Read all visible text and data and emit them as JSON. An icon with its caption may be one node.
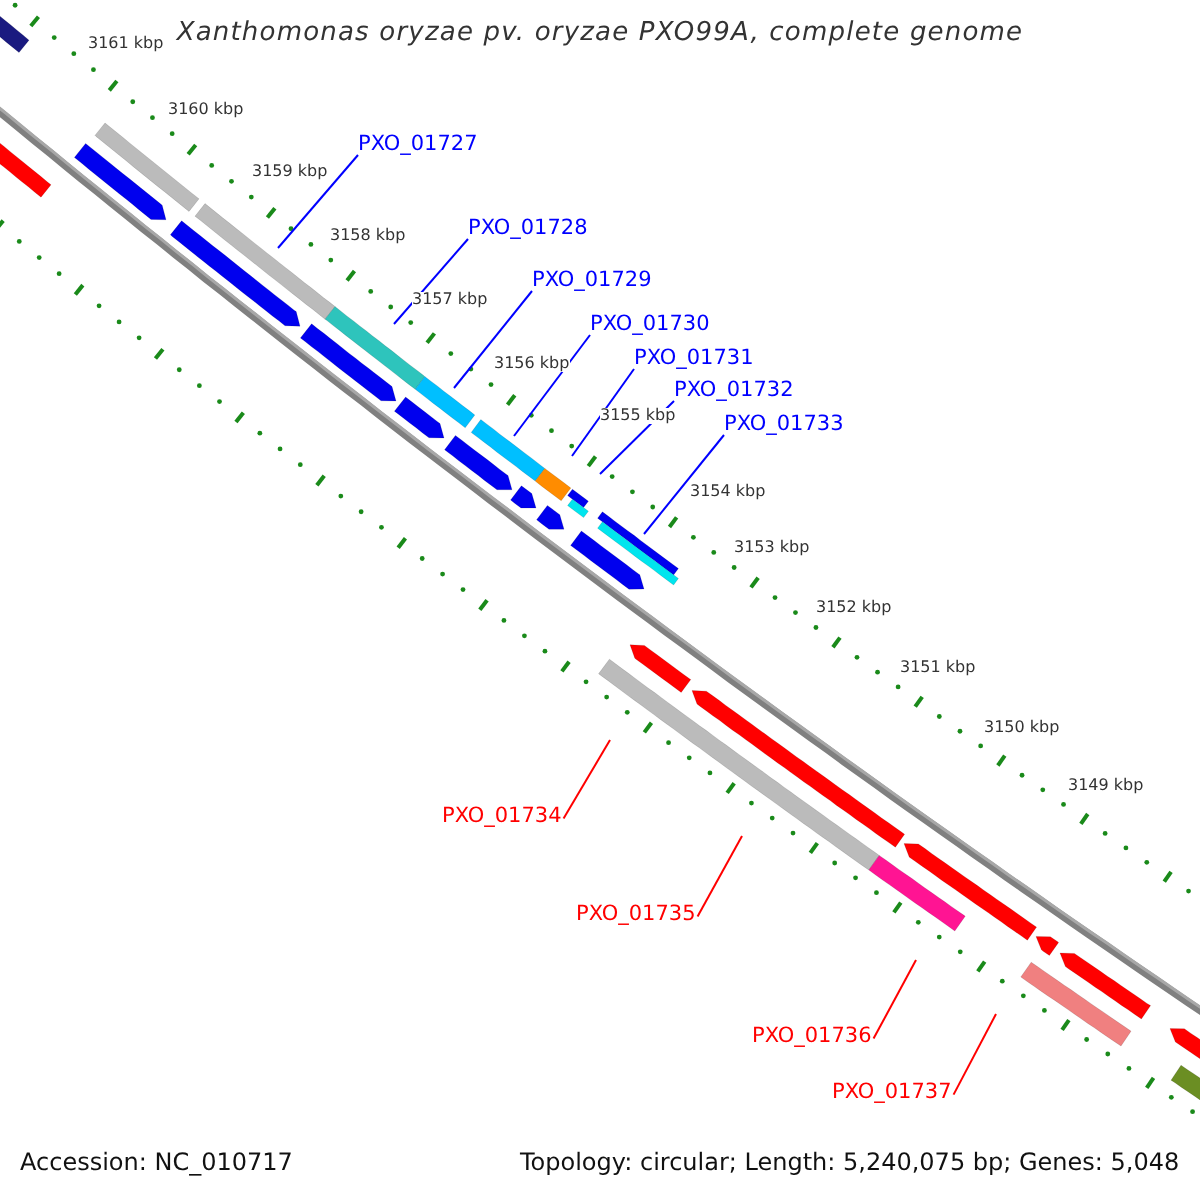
{
  "diagram": {
    "title": "Xanthomonas oryzae pv. oryzae PXO99A, complete genome",
    "nodes": [
      {
        "text": [
          "PXO_01727"
        ]
      },
      {
        "text": [
          "PXO_01728"
        ]
      },
      {
        "text": [
          "PXO_01729"
        ]
      },
      {
        "text": [
          "PXO_01730"
        ]
      },
      {
        "text": [
          "PXO_01731"
        ]
      },
      {
        "text": [
          "PXO_01732"
        ]
      },
      {
        "text": [
          "PXO_01733"
        ]
      },
      {
        "text": [
          "PXO_01734"
        ]
      },
      {
        "text": [
          "PXO_01735"
        ]
      },
      {
        "text": [
          "PXO_01736"
        ]
      },
      {
        "text": [
          "PXO_01737"
        ]
      }
    ],
    "edges": [
      {
        "from": 0,
        "to": null,
        "arrow": "none"
      },
      {
        "from": 1,
        "to": null,
        "arrow": "none"
      },
      {
        "from": 2,
        "to": null,
        "arrow": "none"
      },
      {
        "from": 3,
        "to": null,
        "arrow": "none"
      },
      {
        "from": 4,
        "to": null,
        "arrow": "none"
      },
      {
        "from": 5,
        "to": null,
        "arrow": "none"
      },
      {
        "from": 6,
        "to": null,
        "arrow": "none"
      },
      {
        "from": 7,
        "to": null,
        "arrow": "none",
        "color": "#ff0000"
      },
      {
        "from": 8,
        "to": null,
        "arrow": "none",
        "color": "#ff0000"
      },
      {
        "from": 9,
        "to": null,
        "arrow": "none",
        "color": "#ff0000"
      },
      {
        "from": 10,
        "to": null,
        "arrow": "none",
        "color": "#ff0000"
      }
    ],
    "labels": [
      "3161 kbp",
      "3160 kbp",
      "3159 kbp",
      "3158 kbp",
      "3157 kbp",
      "3156 kbp",
      "3155 kbp",
      "3154 kbp",
      "3153 kbp",
      "3152 kbp",
      "3151 kbp",
      "3150 kbp",
      "3149 kbp",
      "Accession: NC_010717",
      "Topology: circular; Length: 5,240,075 bp; Genes: 5,048"
    ]
  }
}
